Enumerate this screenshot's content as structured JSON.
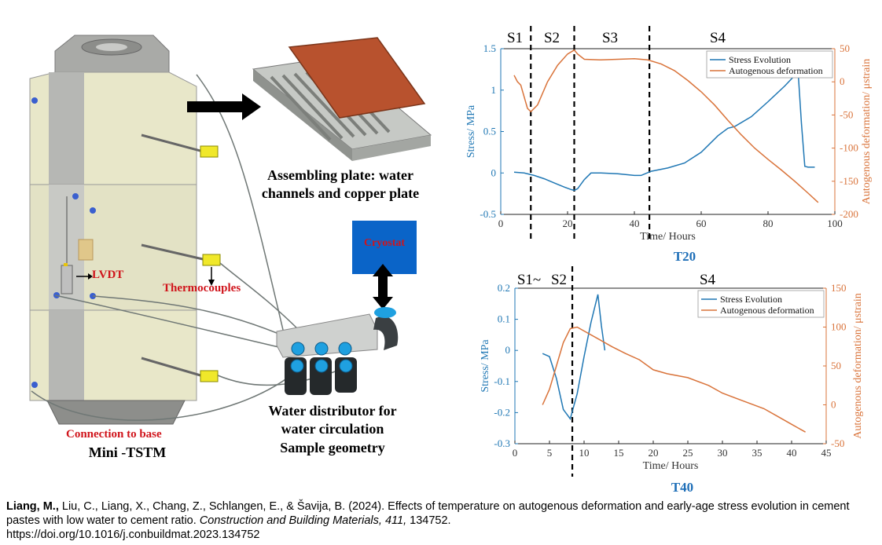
{
  "diagram": {
    "assembling_plate_label": "Assembling plate: water channels and copper plate",
    "cryostat_label": "Cryostat",
    "lvdt_label": "LVDT",
    "thermocouples_label": "Thermocouples",
    "connection_label": "Connection to base",
    "mini_tstm_label": "Mini -TSTM",
    "water_distributor_label": "Water distributor for water circulation",
    "sample_geometry_label": "Sample geometry",
    "colors": {
      "machine_body": "#e8e7c9",
      "copper": "#b8522e",
      "cryostat": "#0a64c8",
      "fitting": "#1fa0e0"
    }
  },
  "citation": {
    "authors_bold": "Liang, M.,",
    "authors_rest": " Liu, C., Liang, X., Chang, Z., Schlangen, E., & Šavija, B. (2024). Effects of temperature on autogenous deformation and early-age stress evolution in cement pastes with low water to cement ratio. ",
    "journal": "Construction and Building Materials, 411,",
    "article": " 134752.",
    "doi": "https://doi.org/10.1016/j.conbuildmat.2023.134752"
  },
  "chart_data": [
    {
      "type": "line",
      "caption": "T20",
      "xlabel": "Time/ Hours",
      "ylabel_left": "Stress/ MPa",
      "ylabel_right": "Autogenous deformation/ μstrain",
      "xlim": [
        0,
        100
      ],
      "ylim_left": [
        -0.5,
        1.5
      ],
      "ylim_right": [
        -200,
        50
      ],
      "xticks": [
        "0",
        "20",
        "40",
        "60",
        "80",
        "100"
      ],
      "yticks_left": [
        "-0.5",
        "0",
        "0.5",
        "1",
        "1.5"
      ],
      "yticks_right": [
        "-200",
        "-150",
        "-100",
        "-50",
        "0",
        "50"
      ],
      "stages": [
        "S1",
        "S2",
        "S3",
        "S4"
      ],
      "stage_lines": [
        9,
        22,
        44.5
      ],
      "legend": "top-right",
      "series": [
        {
          "name": "Stress Evolution",
          "color": "#1f77b4",
          "axis": "left",
          "x": [
            4,
            7,
            10,
            13,
            16,
            19,
            21,
            22,
            23,
            25,
            27,
            30,
            35,
            40,
            42,
            45,
            50,
            55,
            60,
            65,
            68,
            70,
            75,
            80,
            85,
            89,
            90,
            91,
            92,
            94
          ],
          "y": [
            0.01,
            0.0,
            -0.03,
            -0.07,
            -0.12,
            -0.17,
            -0.2,
            -0.21,
            -0.19,
            -0.08,
            0.0,
            0.0,
            -0.01,
            -0.03,
            -0.03,
            0.02,
            0.06,
            0.12,
            0.25,
            0.45,
            0.54,
            0.56,
            0.68,
            0.86,
            1.05,
            1.22,
            0.6,
            0.08,
            0.07,
            0.07
          ]
        },
        {
          "name": "Autogenous deformation",
          "color": "#d9733a",
          "axis": "right",
          "x": [
            4,
            5,
            6,
            8,
            9,
            11,
            14,
            17,
            20,
            22,
            23,
            25,
            30,
            35,
            40,
            44,
            48,
            52,
            56,
            60,
            64,
            68,
            72,
            76,
            80,
            84,
            88,
            92,
            95
          ],
          "y": [
            10,
            0,
            -5,
            -40,
            -45,
            -35,
            0,
            25,
            42,
            48,
            42,
            34,
            33,
            34,
            35,
            33,
            27,
            17,
            2,
            -15,
            -35,
            -58,
            -80,
            -100,
            -117,
            -133,
            -150,
            -168,
            -182
          ]
        }
      ]
    },
    {
      "type": "line",
      "caption": "T40",
      "xlabel": "Time/ Hours",
      "ylabel_left": "Stress/ MPa",
      "ylabel_right": "Autogenous deformation/ μstrain",
      "xlim": [
        0,
        45
      ],
      "ylim_left": [
        -0.3,
        0.2
      ],
      "ylim_right": [
        -50,
        150
      ],
      "xticks": [
        "0",
        "5",
        "10",
        "15",
        "20",
        "25",
        "30",
        "35",
        "40",
        "45"
      ],
      "yticks_left": [
        "-0.3",
        "-0.2",
        "-0.1",
        "0",
        "0.1",
        "0.2"
      ],
      "yticks_right": [
        "-50",
        "0",
        "50",
        "100",
        "150"
      ],
      "stages": [
        "S1~",
        "S2",
        "S4"
      ],
      "stage_lines": [
        8.3
      ],
      "legend": "top-right",
      "series": [
        {
          "name": "Stress Evolution",
          "color": "#1f77b4",
          "axis": "left",
          "x": [
            4,
            5,
            6,
            7,
            8,
            9,
            10,
            11,
            12,
            12.5,
            13
          ],
          "y": [
            -0.01,
            -0.02,
            -0.09,
            -0.19,
            -0.22,
            -0.14,
            -0.02,
            0.09,
            0.18,
            0.08,
            0.0
          ]
        },
        {
          "name": "Autogenous deformation",
          "color": "#d9733a",
          "axis": "right",
          "x": [
            4,
            5,
            6,
            7,
            8,
            9,
            10,
            12,
            14,
            16,
            18,
            20,
            22,
            25,
            28,
            30,
            33,
            36,
            38,
            40,
            42
          ],
          "y": [
            0,
            20,
            50,
            80,
            98,
            100,
            95,
            85,
            75,
            66,
            58,
            45,
            40,
            35,
            25,
            15,
            5,
            -5,
            -15,
            -25,
            -35
          ]
        }
      ]
    }
  ]
}
